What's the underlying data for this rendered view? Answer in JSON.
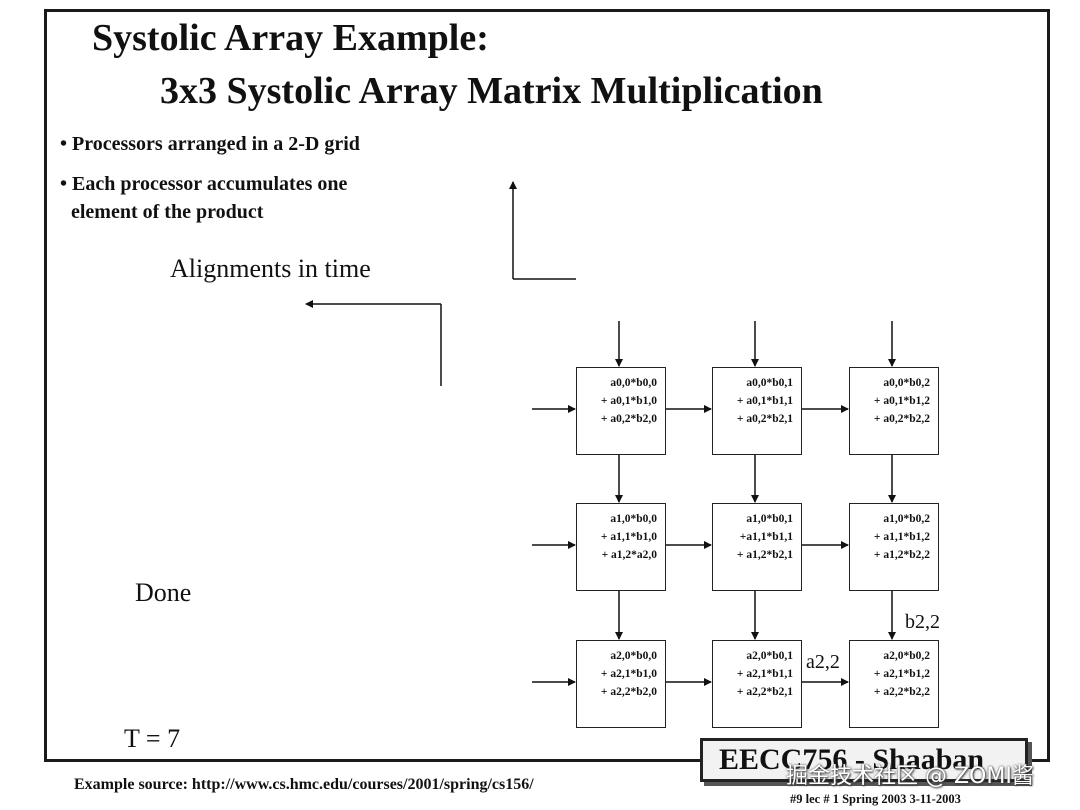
{
  "title": {
    "line1": "Systolic Array  Example:",
    "line2": "3x3 Systolic Array Matrix Multiplication"
  },
  "bullets": [
    "• Processors arranged in a 2-D grid",
    "• Each processor accumulates one",
    "element of the product"
  ],
  "labels": {
    "alignments": "Alignments in time",
    "done": "Done",
    "time_step": "T = 7"
  },
  "grid": [
    [
      [
        "a0,0*b0,0",
        "+ a0,1*b1,0",
        "+ a0,2*b2,0"
      ],
      [
        "a0,0*b0,1",
        "+ a0,1*b1,1",
        "+ a0,2*b2,1"
      ],
      [
        "a0,0*b0,2",
        "+ a0,1*b1,2",
        "+ a0,2*b2,2"
      ]
    ],
    [
      [
        "a1,0*b0,0",
        "+ a1,1*b1,0",
        "+ a1,2*a2,0"
      ],
      [
        "a1,0*b0,1",
        "+a1,1*b1,1",
        "+ a1,2*b2,1"
      ],
      [
        "a1,0*b0,2",
        "+ a1,1*b1,2",
        "+ a1,2*b2,2"
      ]
    ],
    [
      [
        "a2,0*b0,0",
        "+ a2,1*b1,0",
        "+ a2,2*b2,0"
      ],
      [
        "a2,0*b0,1",
        "+ a2,1*b1,1",
        "+ a2,2*b2,1"
      ],
      [
        "a2,0*b0,2",
        "+ a2,1*b1,2",
        "+ a2,2*b2,2"
      ]
    ]
  ],
  "inputs": {
    "b_label": "b2,2",
    "a_label": "a2,2"
  },
  "footer": {
    "source": "Example source:  http://www.cs.hmc.edu/courses/2001/spring/cs156/",
    "course": "EECC756 - Shaaban",
    "slide_info": "#9   lec # 1   Spring 2003   3-11-2003"
  },
  "watermark": "掘金技术社区 @ ZOMI酱"
}
